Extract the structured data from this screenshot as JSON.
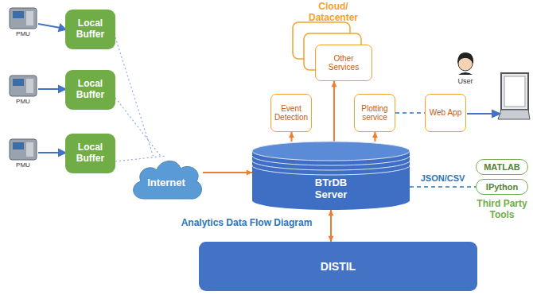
{
  "diagram": {
    "nodes": [
      {
        "text": [
          "Local Buffer"
        ]
      },
      {
        "text": [
          "Local Buffer"
        ]
      },
      {
        "text": [
          "Local Buffer"
        ]
      },
      {
        "text": [
          "Internet"
        ]
      },
      {
        "text": [
          "Other Services"
        ]
      },
      {
        "text": [
          "Event Detection"
        ]
      },
      {
        "text": [
          "Plotting service"
        ]
      },
      {
        "text": [
          "Web App"
        ]
      },
      {
        "text": [
          "MATLAB"
        ]
      },
      {
        "text": [
          "BTrDB Server"
        ]
      },
      {
        "text": [
          "IPython"
        ]
      },
      {
        "text": [
          "DISTIL"
        ]
      }
    ],
    "edges": [
      {
        "from": 0,
        "to": 3,
        "arrow": "none"
      },
      {
        "from": 1,
        "to": 3,
        "arrow": "none"
      },
      {
        "from": 2,
        "to": 3,
        "arrow": "none"
      },
      {
        "from": 3,
        "to": 9,
        "arrow": "to"
      },
      {
        "from": 9,
        "to": 5,
        "arrow": "to"
      },
      {
        "from": 9,
        "to": 4,
        "arrow": "to"
      },
      {
        "from": 9,
        "to": 6,
        "arrow": "to"
      },
      {
        "from": 6,
        "to": 7,
        "arrow": "none"
      },
      {
        "from": 9,
        "to": 10,
        "label": "JSON/CSV",
        "arrow": "none"
      },
      {
        "from": 9,
        "to": 11,
        "arrow": "both"
      }
    ],
    "labels": [
      "PMU",
      "PMU",
      "PMU",
      "Cloud/ Datacenter",
      "User",
      "Third Party Tools",
      "Analytics Data Flow Diagram"
    ]
  }
}
